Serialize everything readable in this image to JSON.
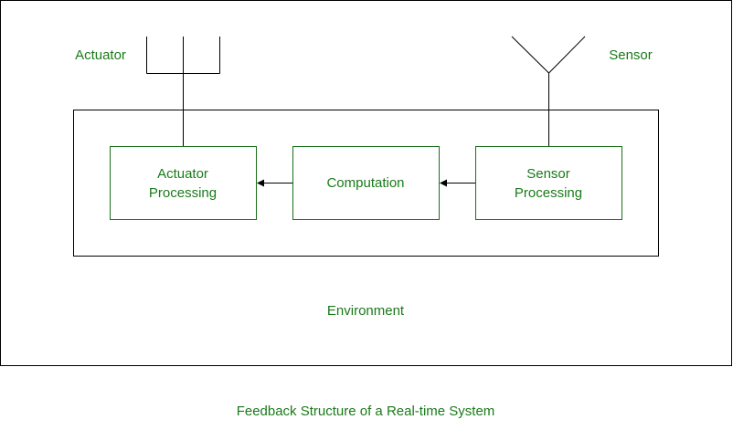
{
  "colors": {
    "text": "#1a7a1a",
    "box_border": "#1a6e1a",
    "outer_border": "#000000",
    "line": "#000000",
    "background": "#ffffff"
  },
  "diagram": {
    "caption": "Feedback Structure of a Real-time System",
    "environment_label": "Environment",
    "actuator_label": "Actuator",
    "sensor_label": "Sensor",
    "boxes": {
      "actuator_processing": {
        "line1": "Actuator",
        "line2": "Processing"
      },
      "computation": {
        "line1": "Computation"
      },
      "sensor_processing": {
        "line1": "Sensor",
        "line2": "Processing"
      }
    },
    "flow": [
      {
        "from": "sensor_processing",
        "to": "computation"
      },
      {
        "from": "computation",
        "to": "actuator_processing"
      }
    ]
  }
}
